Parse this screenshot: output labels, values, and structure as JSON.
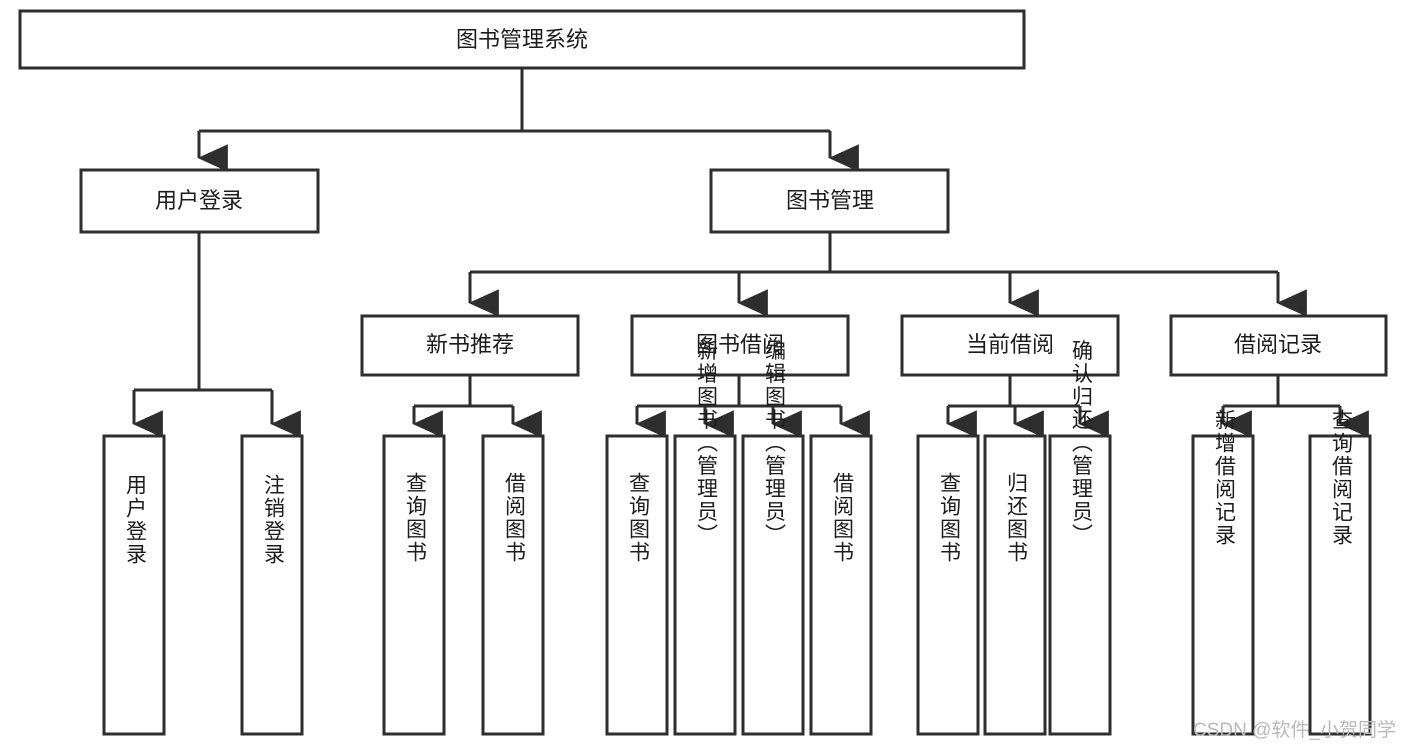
{
  "diagram": {
    "type": "tree-hierarchy-chart",
    "title_node": "图书管理系统",
    "background_color": "#ffffff",
    "stroke_color": "#2e2e2e",
    "text_color": "#1c1c1c",
    "levels": [
      {
        "level": 1,
        "nodes": [
          {
            "id": "root",
            "label": "图书管理系统",
            "orientation": "horizontal"
          }
        ]
      },
      {
        "level": 2,
        "nodes": [
          {
            "id": "login",
            "label": "用户登录",
            "orientation": "horizontal",
            "parent": "root"
          },
          {
            "id": "bookmgmt",
            "label": "图书管理",
            "orientation": "horizontal",
            "parent": "root"
          }
        ]
      },
      {
        "level": 3,
        "nodes": [
          {
            "id": "newbook",
            "label": "新书推荐",
            "orientation": "horizontal",
            "parent": "bookmgmt"
          },
          {
            "id": "borrow",
            "label": "图书借阅",
            "orientation": "horizontal",
            "parent": "bookmgmt"
          },
          {
            "id": "current",
            "label": "当前借阅",
            "orientation": "horizontal",
            "parent": "bookmgmt"
          },
          {
            "id": "records",
            "label": "借阅记录",
            "orientation": "horizontal",
            "parent": "bookmgmt"
          }
        ]
      },
      {
        "level": 4,
        "nodes": [
          {
            "id": "leaf-user-login",
            "label": "用户登录",
            "orientation": "vertical",
            "parent": "login"
          },
          {
            "id": "leaf-user-logout",
            "label": "注销登录",
            "orientation": "vertical",
            "parent": "login"
          },
          {
            "id": "leaf-query-book-1",
            "label": "查询图书",
            "orientation": "vertical",
            "parent": "newbook"
          },
          {
            "id": "leaf-borrow-book-1",
            "label": "借阅图书",
            "orientation": "vertical",
            "parent": "newbook"
          },
          {
            "id": "leaf-query-book-2",
            "label": "查询图书",
            "orientation": "vertical",
            "parent": "borrow"
          },
          {
            "id": "leaf-add-book",
            "label": "新增图书（管理员）",
            "orientation": "vertical",
            "parent": "borrow"
          },
          {
            "id": "leaf-edit-book",
            "label": "编辑图书（管理员）",
            "orientation": "vertical",
            "parent": "borrow"
          },
          {
            "id": "leaf-borrow-book-2",
            "label": "借阅图书",
            "orientation": "vertical",
            "parent": "borrow"
          },
          {
            "id": "leaf-query-book-3",
            "label": "查询图书",
            "orientation": "vertical",
            "parent": "current"
          },
          {
            "id": "leaf-return-book",
            "label": "归还图书",
            "orientation": "vertical",
            "parent": "current"
          },
          {
            "id": "leaf-confirm-return",
            "label": "确认归还（管理员）",
            "orientation": "vertical",
            "parent": "current"
          },
          {
            "id": "leaf-add-record",
            "label": "新增借阅记录",
            "orientation": "vertical",
            "parent": "records"
          },
          {
            "id": "leaf-query-record",
            "label": "查询借阅记录",
            "orientation": "vertical",
            "parent": "records"
          }
        ]
      }
    ]
  },
  "watermark": {
    "text": "CSDN @软件_小贺同学"
  }
}
